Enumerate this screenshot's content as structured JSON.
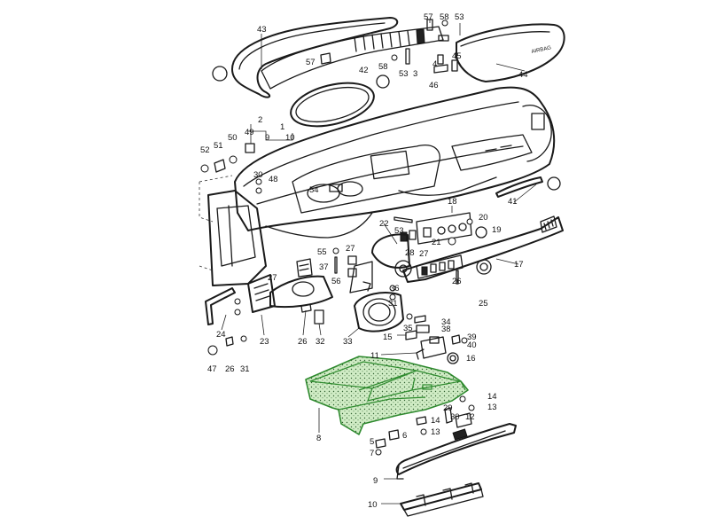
{
  "callouts": [
    {
      "text": "43"
    },
    {
      "text": "57"
    },
    {
      "text": "58"
    },
    {
      "text": "53"
    },
    {
      "text": "57"
    },
    {
      "text": "58"
    },
    {
      "text": "53"
    },
    {
      "text": "3"
    },
    {
      "text": "4"
    },
    {
      "text": "45"
    },
    {
      "text": "46"
    },
    {
      "text": "44"
    },
    {
      "text": "42"
    },
    {
      "text": "2"
    },
    {
      "text": "1"
    },
    {
      "text": "9"
    },
    {
      "text": "10"
    },
    {
      "text": "49"
    },
    {
      "text": "52"
    },
    {
      "text": "51"
    },
    {
      "text": "50"
    },
    {
      "text": "30"
    },
    {
      "text": "48"
    },
    {
      "text": "54"
    },
    {
      "text": "41"
    },
    {
      "text": "18"
    },
    {
      "text": "22"
    },
    {
      "text": "53"
    },
    {
      "text": "20"
    },
    {
      "text": "19"
    },
    {
      "text": "21"
    },
    {
      "text": "55"
    },
    {
      "text": "27"
    },
    {
      "text": "37"
    },
    {
      "text": "56"
    },
    {
      "text": "28"
    },
    {
      "text": "27"
    },
    {
      "text": "17"
    },
    {
      "text": "27"
    },
    {
      "text": "36"
    },
    {
      "text": "26"
    },
    {
      "text": "31"
    },
    {
      "text": "25"
    },
    {
      "text": "34"
    },
    {
      "text": "35"
    },
    {
      "text": "38"
    },
    {
      "text": "15"
    },
    {
      "text": "39"
    },
    {
      "text": "40"
    },
    {
      "text": "11"
    },
    {
      "text": "16"
    },
    {
      "text": "24"
    },
    {
      "text": "23"
    },
    {
      "text": "26"
    },
    {
      "text": "32"
    },
    {
      "text": "33"
    },
    {
      "text": "47"
    },
    {
      "text": "26"
    },
    {
      "text": "31"
    },
    {
      "text": "14"
    },
    {
      "text": "13"
    },
    {
      "text": "29"
    },
    {
      "text": "30"
    },
    {
      "text": "12"
    },
    {
      "text": "14"
    },
    {
      "text": "13"
    },
    {
      "text": "8"
    },
    {
      "text": "6"
    },
    {
      "text": "5"
    },
    {
      "text": "7"
    },
    {
      "text": "9"
    },
    {
      "text": "10"
    }
  ],
  "airbag_text": "AIRBAG",
  "colors": {
    "highlight_fill": "#aadc96",
    "highlight_stroke": "#2e8b2e",
    "line": "#1a1a1a",
    "background": "#ffffff"
  },
  "highlighted_part": "8"
}
